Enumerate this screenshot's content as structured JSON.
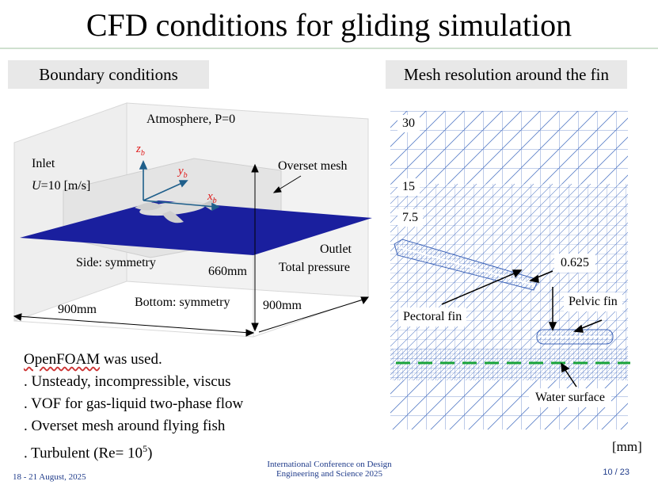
{
  "slide": {
    "title": "CFD conditions for gliding simulation",
    "left_label": "Boundary conditions",
    "right_label": "Mesh resolution around the fin"
  },
  "domain_fig": {
    "atmosphere": "Atmosphere, P=0",
    "inlet": "Inlet",
    "inlet_u_var": "U",
    "inlet_u_val": "=10 [m/s]",
    "overset": "Overset mesh",
    "outlet": "Outlet",
    "total_pressure": "Total pressure",
    "side": "Side: symmetry",
    "bottom": "Bottom: symmetry",
    "dim_height": "660mm",
    "dim_width": "900mm",
    "dim_depth": "900mm",
    "axis_z": "z",
    "axis_y": "y",
    "axis_x": "x",
    "axis_sub": "b"
  },
  "mesh_fig": {
    "res_30": "30",
    "res_15": "15",
    "res_7_5": "7.5",
    "res_0_625": "0.625",
    "pectoral": "Pectoral fin",
    "pelvic": "Pelvic fin",
    "water": "Water surface",
    "unit": "[mm]"
  },
  "bullets": {
    "first_word": "OpenFOAM",
    "first_rest": " was used.",
    "b1": ". Unsteady, incompressible, viscus",
    "b2": ". VOF for gas-liquid two-phase flow",
    "b3": ". Overset mesh around flying fish",
    "b4_pre": ". Turbulent (Re= 10",
    "b4_sup": "5",
    "b4_post": ")"
  },
  "footer": {
    "date": "18 - 21 August, 2025",
    "conf_line1": "International Conference on Design",
    "conf_line2": "Engineering and Science 2025",
    "page": "10 / 23"
  },
  "colors": {
    "water_plane": "#1a1f9e",
    "mesh_line": "#5b7fc8",
    "axis": "#1f5f8b",
    "axis_label": "#e01b1b",
    "water_dash": "#1aa33a"
  }
}
